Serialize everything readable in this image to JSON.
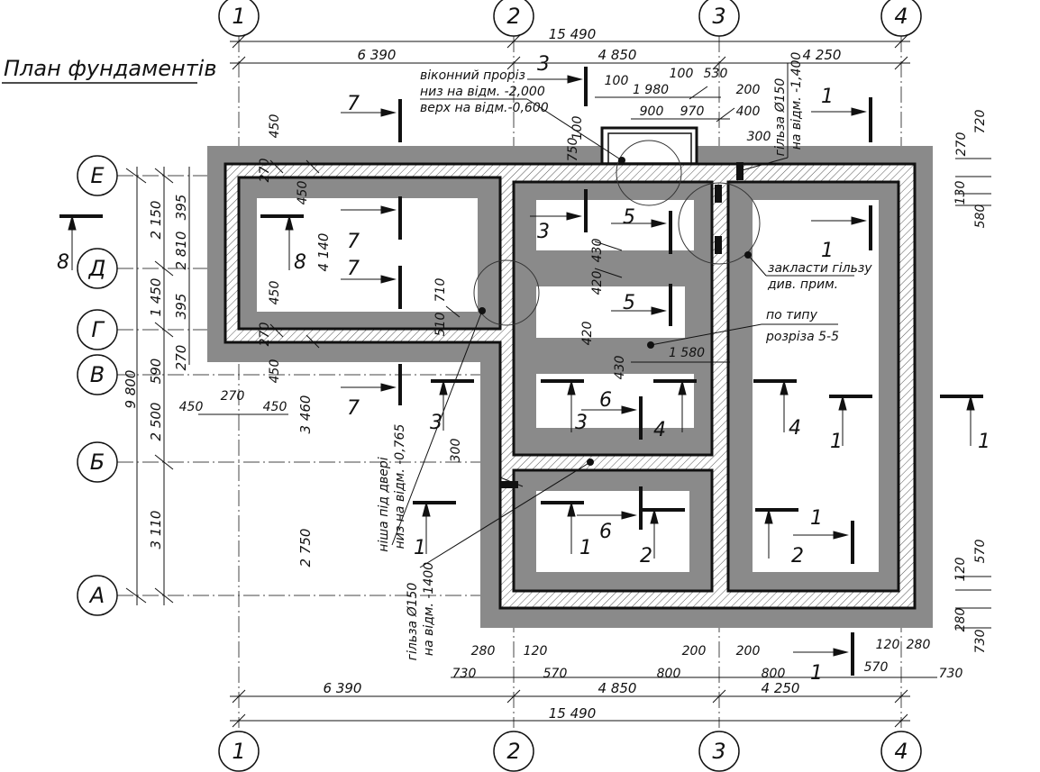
{
  "title": "План фундаментів",
  "axes_letters": [
    "Е",
    "Д",
    "Г",
    "В",
    "Б",
    "А"
  ],
  "axes_numbers": [
    "1",
    "2",
    "3",
    "4"
  ],
  "dims_top": {
    "total": "15 490",
    "seg1": "6 390",
    "seg2": "4 850",
    "seg3": "4 250",
    "d100a": "100",
    "d100b": "100",
    "d530": "530",
    "d1980": "1 980",
    "d200": "200",
    "d900": "900",
    "d970": "970",
    "d400": "400",
    "d300": "300",
    "d720": "720",
    "d270": "270",
    "d130": "130",
    "d580": "580",
    "d100c": "100",
    "d750": "750"
  },
  "dims_bottom": {
    "total": "15 490",
    "seg1": "6 390",
    "seg2": "4 850",
    "seg3": "4 250",
    "d280a": "280",
    "d120a": "120",
    "d730a": "730",
    "d570a": "570",
    "d200a": "200",
    "d200b": "200",
    "d800a": "800",
    "d800b": "800",
    "d120b": "120",
    "d280b": "280",
    "d570b": "570",
    "d730b": "730"
  },
  "dims_left": {
    "total": "9 800",
    "d2150": "2 150",
    "d395a": "395",
    "d2810": "2 810",
    "d1450": "1 450",
    "d395b": "395",
    "d270a": "270",
    "d590": "590",
    "d2500": "2 500",
    "d3110": "3 110",
    "d4140": "4 140",
    "d3460": "3 460",
    "d2750": "2 750",
    "d450a": "450",
    "d270b": "270",
    "d450b": "450",
    "d450c": "450",
    "d450d": "450",
    "d270c": "270",
    "d450e": "450",
    "d270d": "270",
    "d450f": "450"
  },
  "dims_right": {
    "d120": "120",
    "d570": "570",
    "d280": "280",
    "d730": "730"
  },
  "dims_inner": {
    "d430a": "430",
    "d420a": "420",
    "d710": "710",
    "d510": "510",
    "d420b": "420",
    "d430b": "430",
    "d1580": "1 580",
    "d300": "300"
  },
  "notes": {
    "window_1": "віконний проріз",
    "window_2": "низ на відм. -2,000",
    "window_3": "верх на відм.-0,600",
    "sleeve_top_1": "гільза Ø150",
    "sleeve_top_2": "на відм. -1,400",
    "sleeve_lay_1": "заклaсти гільзу",
    "sleeve_lay_2": "див. прим.",
    "type_1": "по типу",
    "type_2": "розріза 5-5",
    "niche_1": "ніша під двері",
    "niche_2": "низ на відм. -0,765",
    "sleeve_bot_1": "гільза Ø150",
    "sleeve_bot_2": "на відм. -1400"
  },
  "section_marks": [
    "3",
    "1",
    "7",
    "7",
    "7",
    "8",
    "8",
    "5",
    "5",
    "3",
    "1",
    "6",
    "3",
    "4",
    "4",
    "1",
    "1",
    "3",
    "7",
    "1",
    "6",
    "1",
    "2",
    "2",
    "1",
    "1"
  ],
  "colors": {
    "footing": "#8a8a8a",
    "wall": "#1a1a1a",
    "hatch": "#ffffff"
  }
}
